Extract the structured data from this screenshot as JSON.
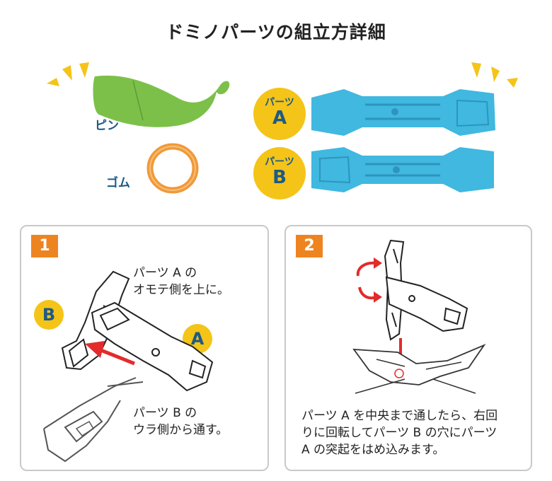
{
  "title": "ドミノパーツの組立方詳細",
  "parts": {
    "pin_label": "ピン",
    "rubber_label": "ゴム",
    "part_a": {
      "small": "パーツ",
      "big": "A"
    },
    "part_b": {
      "small": "パーツ",
      "big": "B"
    }
  },
  "colors": {
    "pin": "#7cc04a",
    "rubber": "#f09a3a",
    "part": "#40b8e0",
    "badge": "#f4c418",
    "step": "#ee8420",
    "arrow": "#e32b2b"
  },
  "step1": {
    "number": "1",
    "marker_b": "B",
    "marker_a": "A",
    "note_top": [
      "パーツ A の",
      "オモテ側を上に。"
    ],
    "note_bottom": [
      "パーツ B の",
      "ウラ側から通す。"
    ]
  },
  "step2": {
    "number": "2",
    "note": [
      "パーツ A を中央まで通したら、右回",
      "りに回転してパーツ B の穴にパーツ",
      "A の突起をはめ込みます。"
    ]
  }
}
